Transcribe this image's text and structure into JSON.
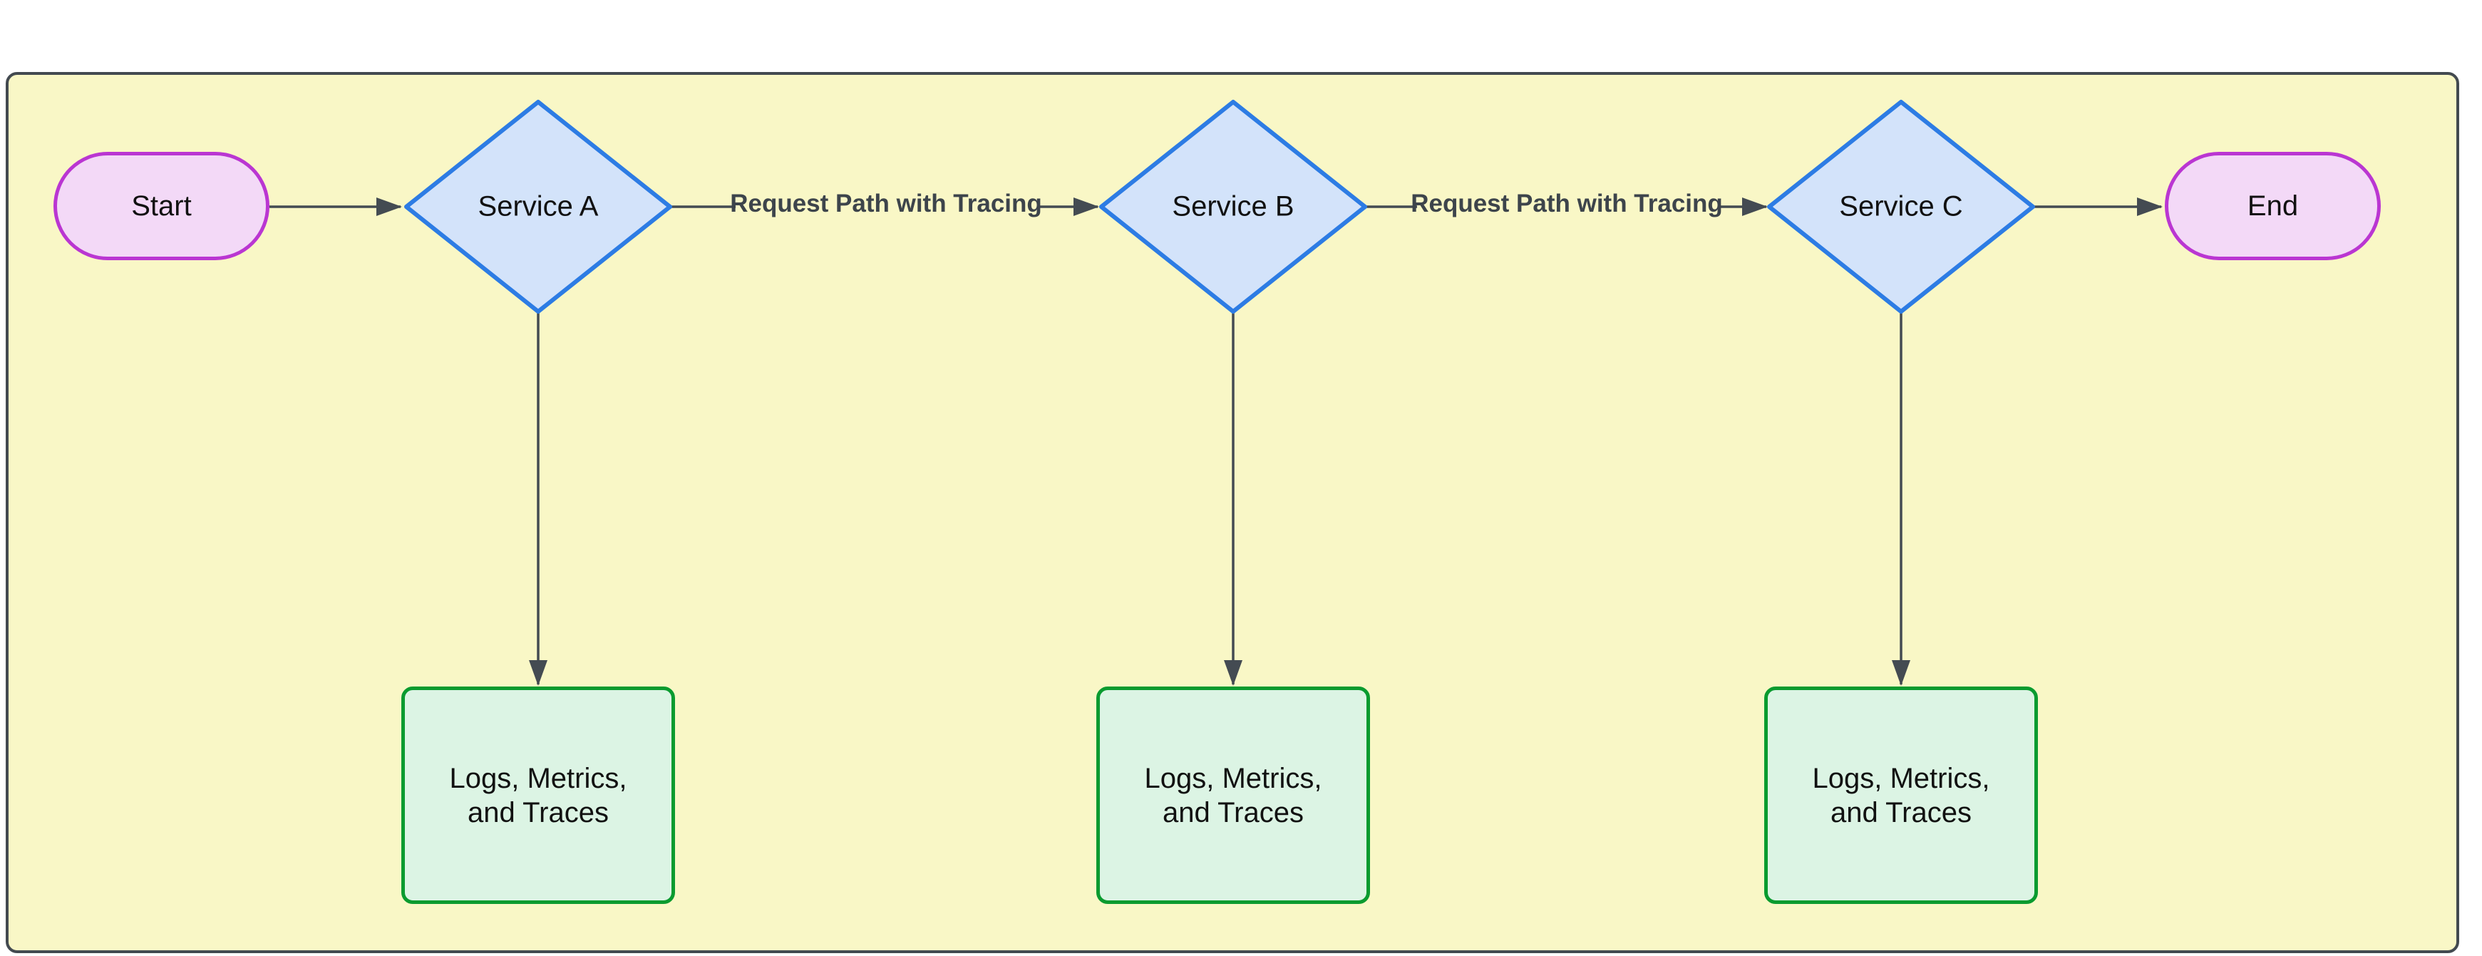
{
  "nodes": {
    "start": {
      "label": "Start"
    },
    "service_a": {
      "label": "Service A"
    },
    "service_b": {
      "label": "Service B"
    },
    "service_c": {
      "label": "Service C"
    },
    "end": {
      "label": "End"
    },
    "telemetry_a": {
      "label": "Logs, Metrics, and Traces"
    },
    "telemetry_b": {
      "label": "Logs, Metrics, and Traces"
    },
    "telemetry_c": {
      "label": "Logs, Metrics, and Traces"
    }
  },
  "edges": {
    "a_to_b": {
      "label": "Request Path with Tracing"
    },
    "b_to_c": {
      "label": "Request Path with Tracing"
    }
  },
  "colors": {
    "canvas_bg": "#f9f7c6",
    "frame_stroke": "#434a50",
    "line_color": "#444b52",
    "edge_label_color": "#3d444b",
    "node_text": "#111111",
    "pill_fill": "#f3d9f7",
    "pill_stroke": "#ba36d2",
    "diamond_fill": "#d3e3fa",
    "diamond_stroke": "#2d7ce4",
    "box_fill": "#dcf4e4",
    "box_stroke": "#0a9b2f"
  }
}
